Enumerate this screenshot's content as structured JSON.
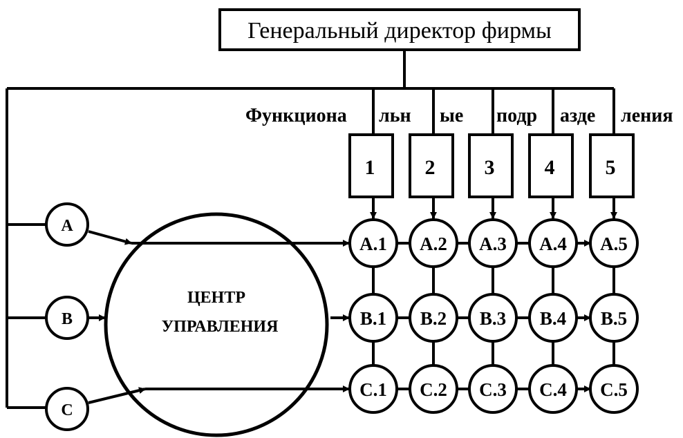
{
  "director": "Генеральный директор фирмы",
  "functional_label": [
    "Функциона",
    "льн",
    "ые",
    "подр",
    "азде",
    "ления"
  ],
  "divisions": [
    "1",
    "2",
    "3",
    "4",
    "5"
  ],
  "projects": [
    "A",
    "B",
    "C"
  ],
  "center": [
    "ЦЕНТР",
    "УПРАВЛЕНИЯ"
  ],
  "matrix": [
    [
      "A.1",
      "A.2",
      "A.3",
      "A.4",
      "A.5"
    ],
    [
      "B.1",
      "B.2",
      "B.3",
      "B.4",
      "B.5"
    ],
    [
      "C.1",
      "C.2",
      "C.3",
      "C.4",
      "C.5"
    ]
  ]
}
